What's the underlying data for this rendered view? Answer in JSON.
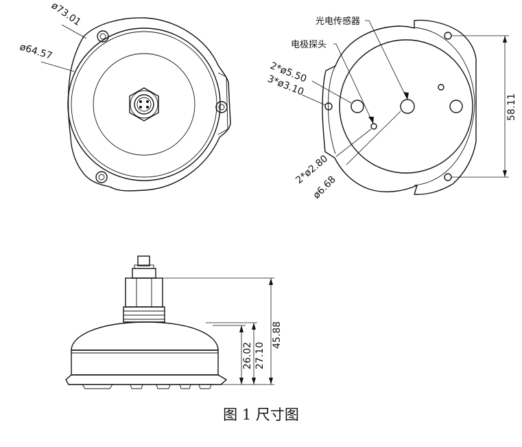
{
  "top_view": {
    "dia_outer": "ø73.01",
    "dia_inner": "ø64.57"
  },
  "bottom_view": {
    "label_photo_sensor": "光电传感器",
    "label_electrode": "电极探头",
    "hole_a": "2*ø5.50",
    "hole_b": "3*ø3.10",
    "hole_c": "2*ø2.80",
    "hole_d": "ø6.68",
    "dim_span": "58.11"
  },
  "side_view": {
    "dim_total": "45.88",
    "dim_mid": "27.10",
    "dim_body": "26.02"
  },
  "caption": "图 1  尺寸图"
}
